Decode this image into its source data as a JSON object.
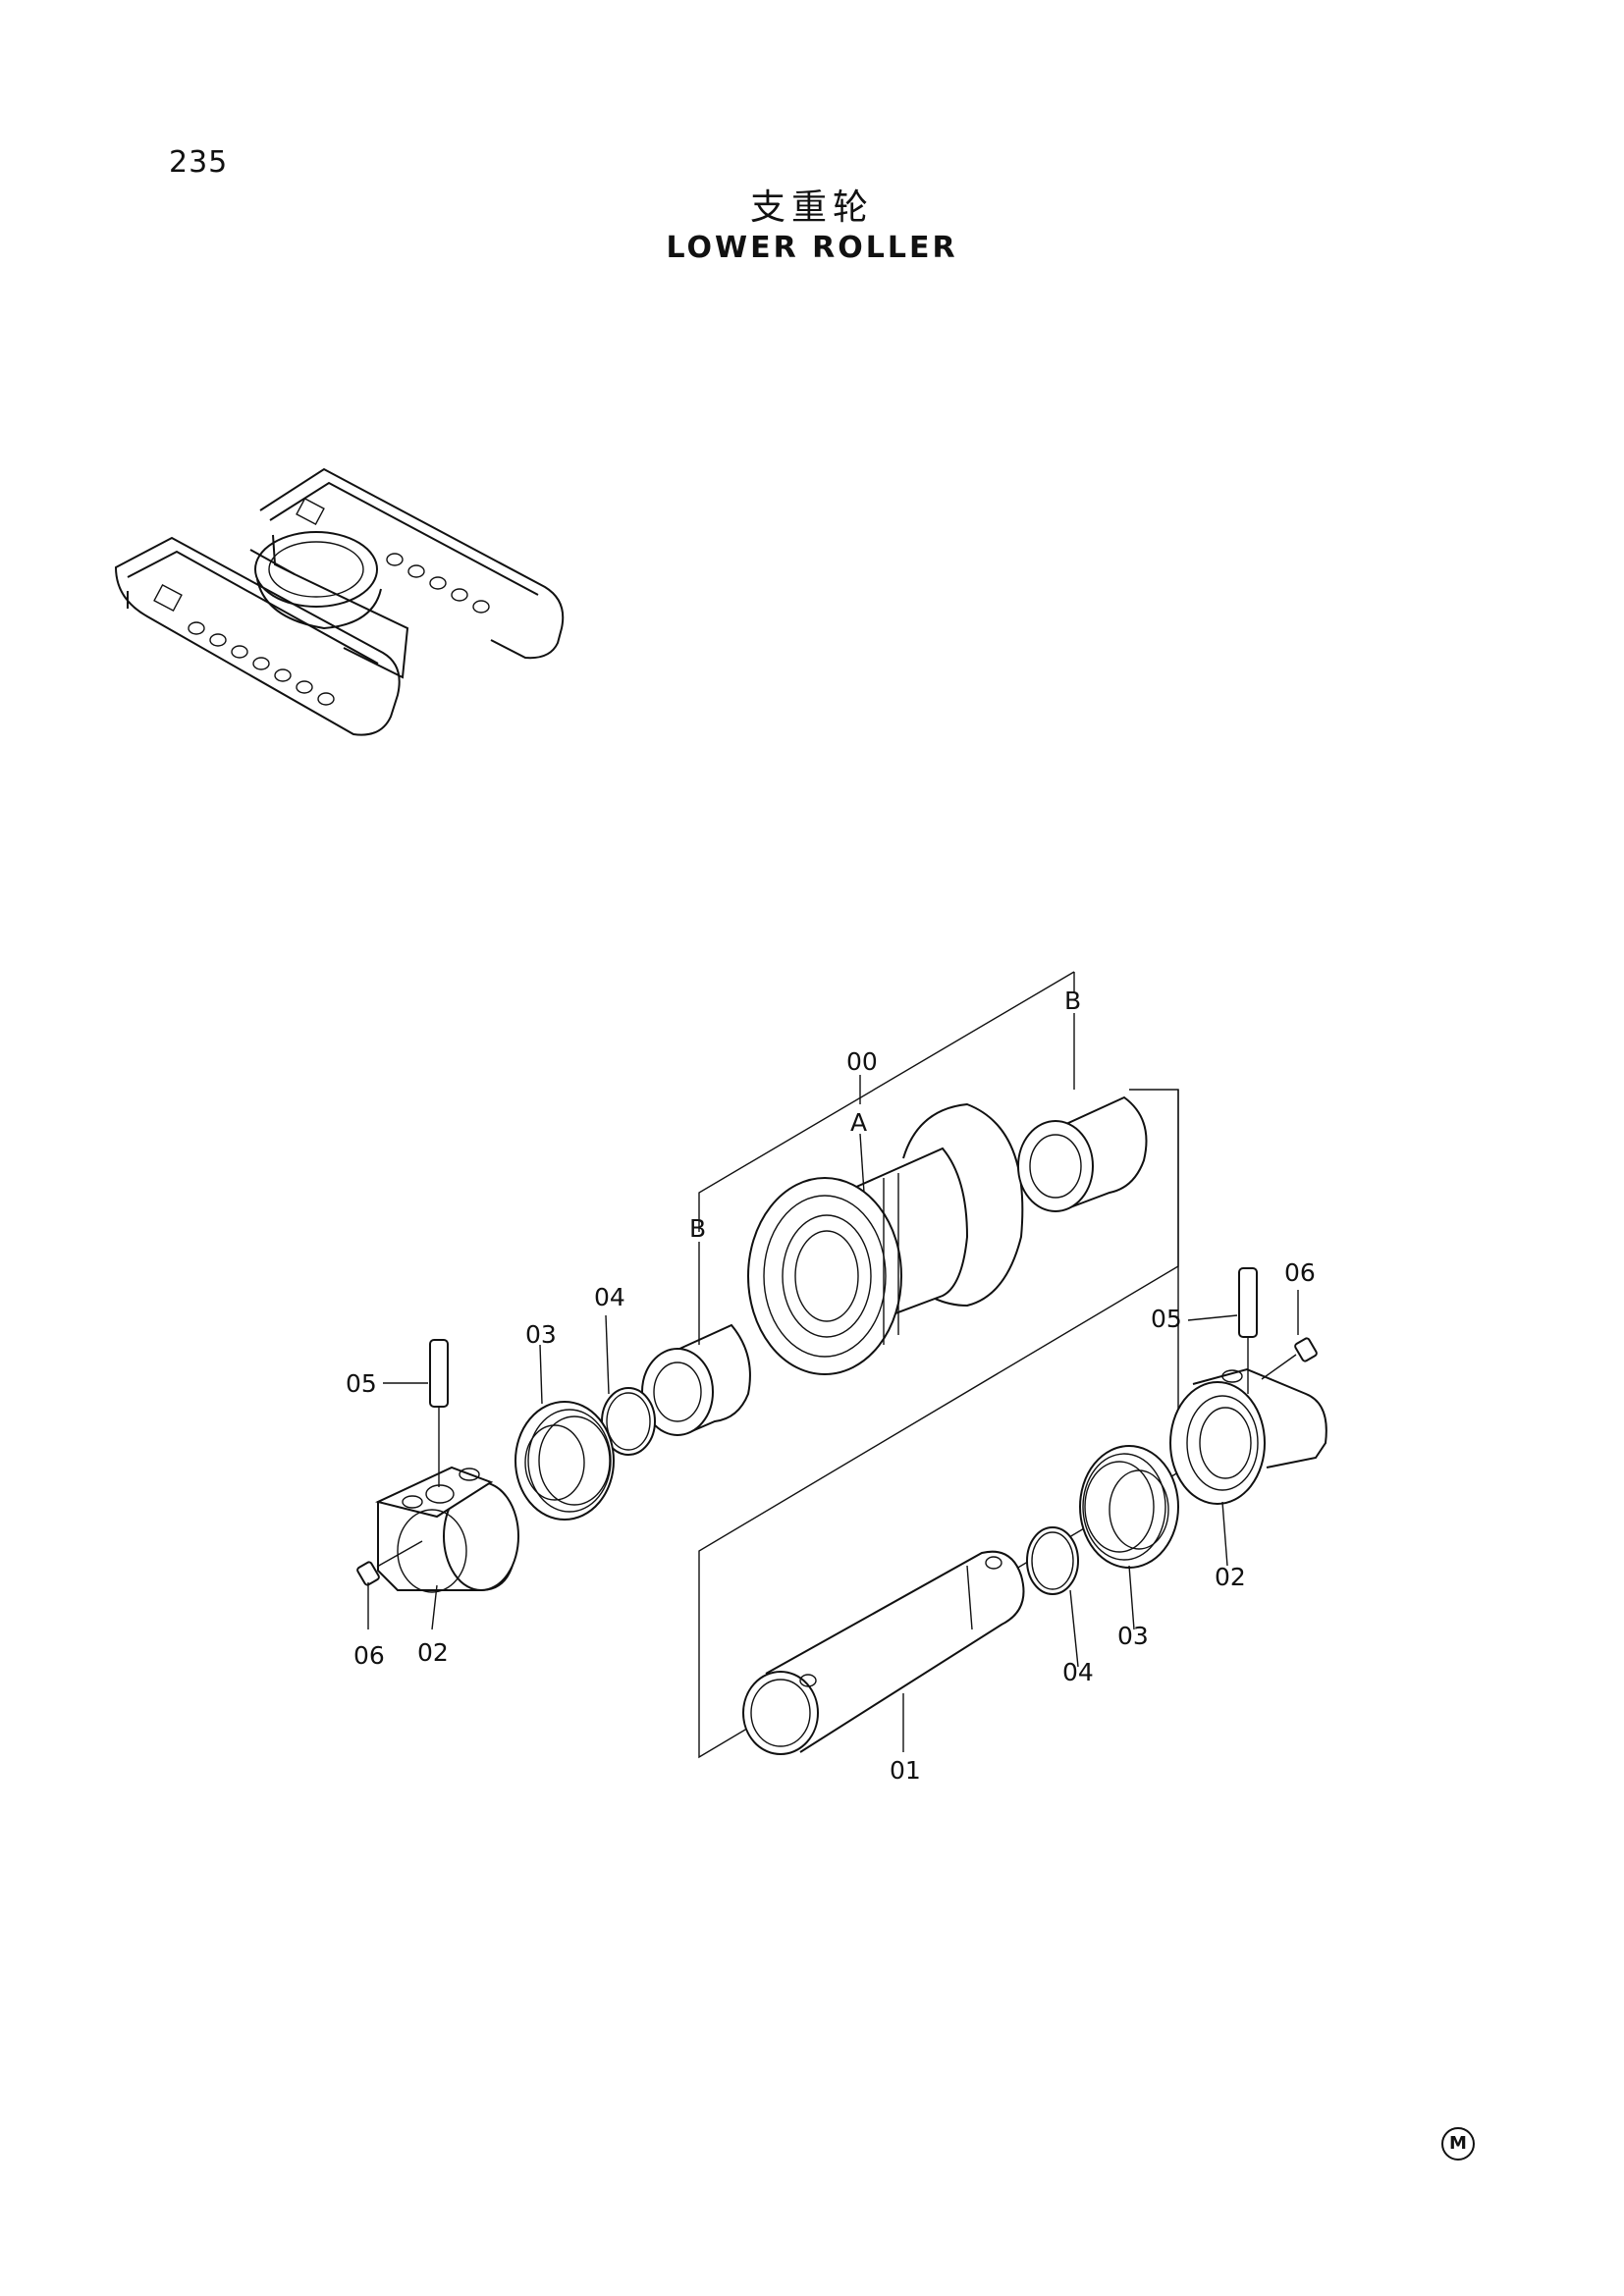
{
  "page_number": "235",
  "title_cn": "支重轮",
  "title_en": "LOWER ROLLER",
  "corner_mark": "M",
  "callouts": {
    "assembly": "00",
    "a": "A",
    "b_left": "B",
    "b_right": "B",
    "shaft": "01",
    "cap_left": "02",
    "cap_right": "02",
    "seal_left": "03",
    "seal_right": "03",
    "oring_left": "04",
    "oring_right": "04",
    "pin_left": "05",
    "pin_right": "05",
    "plug_left": "06",
    "plug_right": "06"
  }
}
